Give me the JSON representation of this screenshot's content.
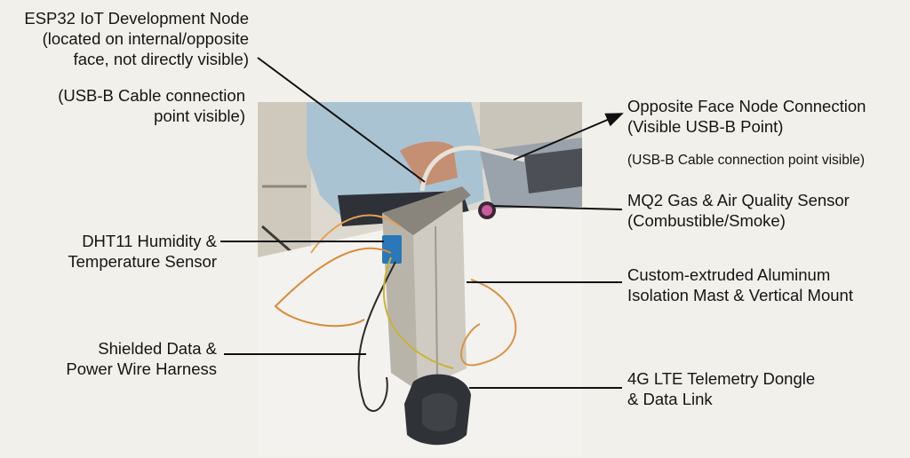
{
  "labels": {
    "esp32": {
      "line1": "ESP32 IoT Development Node",
      "line2": "(located on internal/opposite",
      "line3": "face, not directly visible)"
    },
    "usb_left": {
      "line1": "(USB-B Cable connection",
      "line2": "point visible)"
    },
    "opposite_face": {
      "line1": "Opposite Face Node Connection",
      "line2": "(Visible USB-B Point)"
    },
    "usb_right": {
      "line1": "(USB-B Cable connection point visible)"
    },
    "mq2": {
      "line1": "MQ2 Gas & Air Quality Sensor",
      "line2": "(Combustible/Smoke)"
    },
    "dht11": {
      "line1": "DHT11 Humidity &",
      "line2": "Temperature Sensor"
    },
    "mast": {
      "line1": "Custom-extruded Aluminum",
      "line2": "Isolation Mast & Vertical Mount"
    },
    "harness": {
      "line1": "Shielded Data &",
      "line2": "Power Wire Harness"
    },
    "lte": {
      "line1": "4G LTE Telemetry Dongle",
      "line2": "& Data Link"
    }
  },
  "colors": {
    "background": "#f1f0ea",
    "leader_line": "#111111",
    "text": "#151515"
  }
}
